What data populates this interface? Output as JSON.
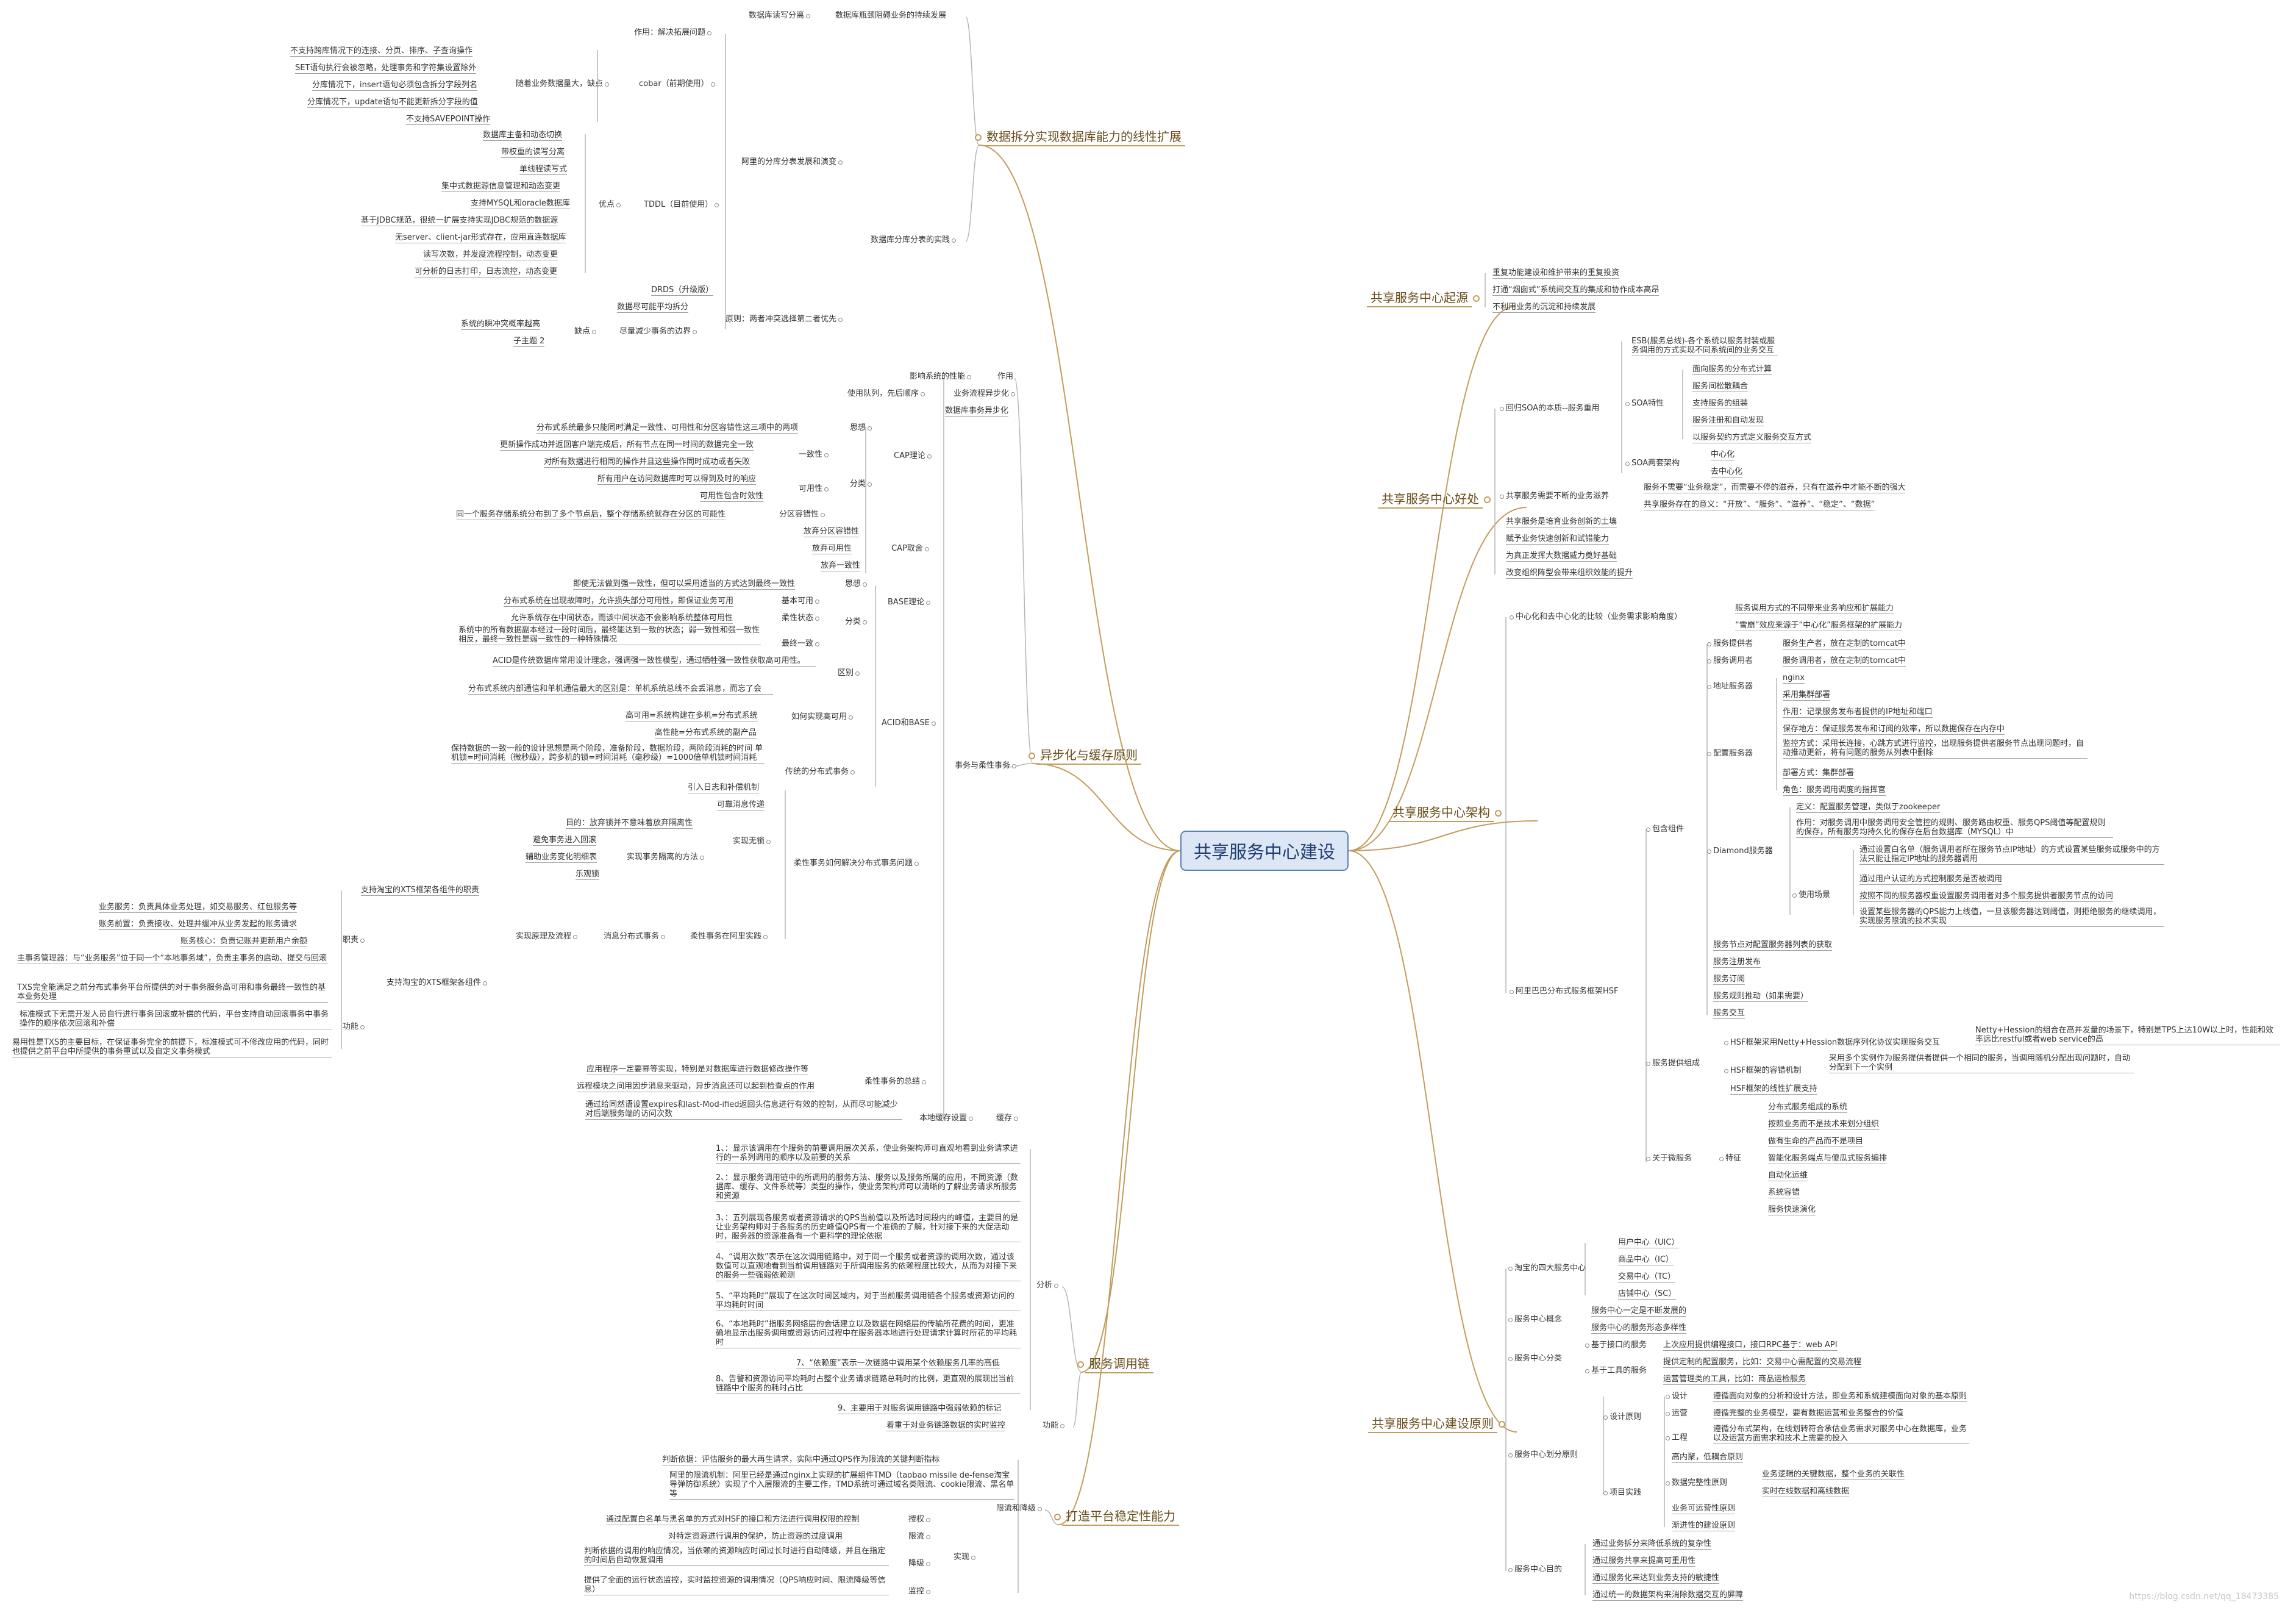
{
  "title": "共享服务中心建设",
  "watermark": "https://blog.csdn.net/qq_18473385",
  "line_color": "#b5b5b5",
  "branch_color": "#c39d5d",
  "branches": [
    {
      "id": "b1",
      "label": "数据拆分实现数据库能力的线性扩展"
    },
    {
      "id": "b2",
      "label": "异步化与缓存原则"
    },
    {
      "id": "b3",
      "label": "服务调用链"
    },
    {
      "id": "b4",
      "label": "打造平台稳定性能力"
    },
    {
      "id": "b5",
      "label": "共享服务中心起源"
    },
    {
      "id": "b6",
      "label": "共享服务中心好处"
    },
    {
      "id": "b7",
      "label": "共享服务中心架构"
    },
    {
      "id": "b8",
      "label": "共享服务中心建设原则"
    }
  ],
  "nodes": [
    {
      "id": "n1",
      "label": "数据库读写分离"
    },
    {
      "id": "n2",
      "label": "数据库瓶颈阻碍业务的持续发展"
    },
    {
      "id": "n3",
      "label": "作用：解决拓展问题"
    },
    {
      "id": "n4",
      "label": "数据库分库分表的实践"
    },
    {
      "id": "n5",
      "label": "阿里的分库分表发展和演变"
    },
    {
      "id": "n6",
      "label": "随着业务数据量大，缺点"
    },
    {
      "id": "n7",
      "label": "cobar（前期使用）"
    },
    {
      "id": "n8",
      "label": "不支持跨库情况下的连接、分页、排序、子查询操作"
    },
    {
      "id": "n9",
      "label": "SET语句执行会被忽略，处理事务和字符集设置除外"
    },
    {
      "id": "n10",
      "label": "分库情况下，insert语句必须包含拆分字段列名"
    },
    {
      "id": "n11",
      "label": "分库情况下，update语句不能更新拆分字段的值"
    },
    {
      "id": "n12",
      "label": "不支持SAVEPOINT操作"
    },
    {
      "id": "n13",
      "label": "TDDL（目前使用）"
    },
    {
      "id": "n14",
      "label": "优点"
    },
    {
      "id": "n15",
      "label": "数据库主备和动态切换"
    },
    {
      "id": "n16",
      "label": "带权重的读写分离"
    },
    {
      "id": "n17",
      "label": "单线程读写式"
    },
    {
      "id": "n18",
      "label": "集中式数据源信息管理和动态变更"
    },
    {
      "id": "n19",
      "label": "支持MYSQL和oracle数据库"
    },
    {
      "id": "n20",
      "label": "基于JDBC规范，很统一扩展支持实现JDBC规范的数据源"
    },
    {
      "id": "n21",
      "label": "无server、client-jar形式存在，应用直连数据库"
    },
    {
      "id": "n22",
      "label": "读写次数，并发度流程控制，动态变更"
    },
    {
      "id": "n23",
      "label": "可分析的日志打印，日志流控，动态变更"
    },
    {
      "id": "n24",
      "label": "DRDS（升级版）"
    },
    {
      "id": "n25",
      "label": "原则：两者冲突选择第二者优先"
    },
    {
      "id": "n26",
      "label": "数据尽可能平均拆分"
    },
    {
      "id": "n27",
      "label": "尽量减少事务的边界"
    },
    {
      "id": "n28",
      "label": "缺点"
    },
    {
      "id": "n29",
      "label": "系统的瞬冲突概率越高"
    },
    {
      "id": "n30",
      "label": "子主题 2"
    },
    {
      "id": "n31",
      "label": "影响系统的性能"
    },
    {
      "id": "n32",
      "label": "作用"
    },
    {
      "id": "n33",
      "label": "使用队列，先后顺序"
    },
    {
      "id": "n34",
      "label": "业务流程异步化"
    },
    {
      "id": "n35",
      "label": "数据库事务异步化"
    },
    {
      "id": "n36",
      "label": "事务与柔性事务"
    },
    {
      "id": "n37",
      "label": "CAP理论"
    },
    {
      "id": "n38",
      "label": "思想"
    },
    {
      "id": "n39",
      "label": "分布式系统最多只能同时满足一致性、可用性和分区容错性这三项中的两项"
    },
    {
      "id": "n40",
      "label": "分类"
    },
    {
      "id": "n41",
      "label": "一致性"
    },
    {
      "id": "n42",
      "label": "更新操作成功并返回客户端完成后，所有节点在同一时间的数据完全一致"
    },
    {
      "id": "n43",
      "label": "对所有数据进行相同的操作并且这些操作同时成功或者失败"
    },
    {
      "id": "n44",
      "label": "可用性"
    },
    {
      "id": "n45",
      "label": "所有用户在访问数据库时可以得到及时的响应"
    },
    {
      "id": "n46",
      "label": "可用性包含时效性"
    },
    {
      "id": "n47",
      "label": "分区容错性"
    },
    {
      "id": "n48",
      "label": "同一个服务存储系统分布到了多个节点后，整个存储系统就存在分区的可能性"
    },
    {
      "id": "n49",
      "label": "CAP取舍"
    },
    {
      "id": "n50",
      "label": "放弃分区容错性"
    },
    {
      "id": "n51",
      "label": "放弃可用性"
    },
    {
      "id": "n52",
      "label": "放弃一致性"
    },
    {
      "id": "n53",
      "label": "BASE理论"
    },
    {
      "id": "n54",
      "label": "思想"
    },
    {
      "id": "n55",
      "label": "即使无法做到强一致性，但可以采用适当的方式达到最终一致性"
    },
    {
      "id": "n56",
      "label": "分类"
    },
    {
      "id": "n57",
      "label": "基本可用"
    },
    {
      "id": "n58",
      "label": "分布式系统在出现故障时，允许损失部分可用性，即保证业务可用"
    },
    {
      "id": "n59",
      "label": "柔性状态"
    },
    {
      "id": "n60",
      "label": "允许系统存在中间状态，而该中间状态不会影响系统整体可用性"
    },
    {
      "id": "n61",
      "label": "最终一致"
    },
    {
      "id": "n62",
      "label": "系统中的所有数据副本经过一段时间后，最终能达到一致的状态；弱一致性和强一致性相反，最终一致性是弱一致性的一种特殊情况"
    },
    {
      "id": "n63",
      "label": "ACID和BASE"
    },
    {
      "id": "n64",
      "label": "区别"
    },
    {
      "id": "n65",
      "label": "ACID是传统数据库常用设计理念，强调强一致性模型，通过牺牲强一致性获取高可用性。"
    },
    {
      "id": "n66",
      "label": "分布式系统内部通信和单机通信最大的区别是：单机系统总线不会丢消息，而忘了会"
    },
    {
      "id": "n67",
      "label": "如何实现高可用"
    },
    {
      "id": "n68",
      "label": "高可用=系统构建在多机=分布式系统"
    },
    {
      "id": "n69",
      "label": "高性能=分布式系统的副产品"
    },
    {
      "id": "n70",
      "label": "传统的分布式事务"
    },
    {
      "id": "n71",
      "label": "保持数据的一致一般的设计思想是两个阶段，准备阶段，数据阶段，两阶段消耗的时间 单机锁=时间消耗（微秒级），跨多机的锁=时间消耗（毫秒级）=1000倍单机锁时间消耗"
    },
    {
      "id": "n72",
      "label": "柔性事务如何解决分布式事务问题"
    },
    {
      "id": "n73",
      "label": "引入日志和补偿机制"
    },
    {
      "id": "n74",
      "label": "可靠消息传递"
    },
    {
      "id": "n75",
      "label": "实现无锁"
    },
    {
      "id": "n76",
      "label": "目的：放弃锁并不意味着放弃隔离性"
    },
    {
      "id": "n77",
      "label": "避免事务进入回滚"
    },
    {
      "id": "n78",
      "label": "实现事务隔离的方法"
    },
    {
      "id": "n79",
      "label": "辅助业务变化明细表"
    },
    {
      "id": "n80",
      "label": "乐观锁"
    },
    {
      "id": "n81",
      "label": "柔性事务在阿里实践"
    },
    {
      "id": "n82",
      "label": "消息分布式事务"
    },
    {
      "id": "n83",
      "label": "实现原理及流程"
    },
    {
      "id": "n84",
      "label": "支持淘宝的XTS框架各组件的职责"
    },
    {
      "id": "n85",
      "label": "职责"
    },
    {
      "id": "n86",
      "label": "业务服务：负责具体业务处理，如交易服务、红包服务等"
    },
    {
      "id": "n87",
      "label": "账务前置：负责接收、处理并缓冲从业务发起的账务请求"
    },
    {
      "id": "n88",
      "label": "账务核心：负责记账并更新用户余额"
    },
    {
      "id": "n89",
      "label": "主事务管理器：与“业务服务”位于同一个“本地事务域”，负责主事务的启动、提交与回滚"
    },
    {
      "id": "n90",
      "label": "支持淘宝的XTS框架各组件"
    },
    {
      "id": "n91",
      "label": "TXS完全能满足之前分布式事务平台所提供的对于事务服务高可用和事务最终一致性的基本业务处理"
    },
    {
      "id": "n92",
      "label": "功能"
    },
    {
      "id": "n93",
      "label": "标准模式下无需开发人员自行进行事务回滚或补偿的代码，平台支持自动回滚事务中事务操作的顺序依次回滚和补偿"
    },
    {
      "id": "n94",
      "label": "易用性是TXS的主要目标，在保证事务完全的前提下，标准模式可不修改应用的代码，同时也提供之前平台中所提供的事务重试以及自定义事务模式"
    },
    {
      "id": "n95",
      "label": "柔性事务的总结"
    },
    {
      "id": "n96",
      "label": "应用程序一定要幂等实现，特别是对数据库进行数据修改操作等"
    },
    {
      "id": "n97",
      "label": "远程模块之间用因步消息来驱动，异步消息还可以起到检查点的作用"
    },
    {
      "id": "n98",
      "label": "缓存"
    },
    {
      "id": "n99",
      "label": "本地缓存设置"
    },
    {
      "id": "n100",
      "label": "通过给同然语设置expires和last-Mod-ified返回头信息进行有效的控制，从而尽可能减少对后端服务端的访问次数"
    },
    {
      "id": "n101",
      "label": "分析"
    },
    {
      "id": "n102",
      "label": "1、：显示该调用在个服务的前要调用层次关系，使业务架构师可直观地看到业务请求进行的一系列调用的顺序以及前要的关系"
    },
    {
      "id": "n103",
      "label": "2、：显示服务调用链中的所调用的服务方法、服务以及服务所属的应用，不同资源（数据库、缓存、文件系统等）类型的操作，使业务架构师可以清晰的了解业务请求所服务和资源"
    },
    {
      "id": "n104",
      "label": "3、：五列展现各服务或者资源请求的QPS当前值以及所选时间段内的峰值，主要目的是让业务架构师对于各服务的历史峰值QPS有一个准确的了解，针对接下来的大促活动时，服务器的资源准备有一个更科学的理论依据"
    },
    {
      "id": "n105",
      "label": "4、“调用次数”表示在这次调用链路中，对于同一个服务或者资源的调用次数，通过该数值可以直观地看到当前调用链路对于所调用服务的依赖程度比较大，从而为对接下来的服务一些强弱依赖测"
    },
    {
      "id": "n106",
      "label": "5、“平均耗时”展现了在这次时间区域内，对于当前服务调用链各个服务或资源访问的平均耗时时间"
    },
    {
      "id": "n107",
      "label": "6、“本地耗时”指服务网络层的会话建立以及数据在网络层的传输所花费的时间，更准确地显示出服务调用或资源访问过程中在服务器本地进行处理请求计算时所花的平均耗时"
    },
    {
      "id": "n108",
      "label": "7、“依赖度”表示一次链路中调用某个依赖服务几率的高低"
    },
    {
      "id": "n109",
      "label": "8、告警和资源访问平均耗时占整个业务请求链路总耗时的比例，更直观的展现出当前链路中个服务的耗时占比"
    },
    {
      "id": "n110",
      "label": "9、主要用于对服务调用链路中强弱依赖的标记"
    },
    {
      "id": "n111",
      "label": "功能"
    },
    {
      "id": "n112",
      "label": "着重于对业务链路数据的实时监控"
    },
    {
      "id": "n113",
      "label": "限流和降级"
    },
    {
      "id": "n114",
      "label": "判断依据：评估服务的最大再生请求，实际中通过QPS作为限流的关键判断指标"
    },
    {
      "id": "n115",
      "label": "阿里的限流机制：阿里已经是通过nginx上实现的扩展组件TMD（taobao missile de-fense淘宝导弹防御系统）实现了个入层限流的主要工作，TMD系统可通过域名类限流、cookie限流、黑名单等"
    },
    {
      "id": "n116",
      "label": "授权"
    },
    {
      "id": "n117",
      "label": "通过配置白名单与黑名单的方式对HSF的接口和方法进行调用权限的控制"
    },
    {
      "id": "n118",
      "label": "实现"
    },
    {
      "id": "n119",
      "label": "限流"
    },
    {
      "id": "n120",
      "label": "对特定资源进行调用的保护，防止资源的过度调用"
    },
    {
      "id": "n121",
      "label": "降级"
    },
    {
      "id": "n122",
      "label": "判断依据的调用的响应情况，当依赖的资源响应时间过长时进行自动降级，并且在指定的时间后自动恢复调用"
    },
    {
      "id": "n123",
      "label": "监控"
    },
    {
      "id": "n124",
      "label": "提供了全面的运行状态监控，实时监控资源的调用情况（QPS响应时间、限流降级等信息）"
    },
    {
      "id": "n125",
      "label": "重复功能建设和维护带来的重复投资"
    },
    {
      "id": "n126",
      "label": "打通“烟囱式”系统间交互的集成和协作成本高昂"
    },
    {
      "id": "n127",
      "label": "不利用业务的沉淀和持续发展"
    },
    {
      "id": "n128",
      "label": "回归SOA的本质--服务重用"
    },
    {
      "id": "n129",
      "label": "ESB(服务总线)-各个系统以服务封装或服务调用的方式实现不同系统间的业务交互"
    },
    {
      "id": "n130",
      "label": "SOA特性"
    },
    {
      "id": "n131",
      "label": "面向服务的分布式计算"
    },
    {
      "id": "n132",
      "label": "服务间松散耦合"
    },
    {
      "id": "n133",
      "label": "支持服务的组装"
    },
    {
      "id": "n134",
      "label": "服务注册和自动发现"
    },
    {
      "id": "n135",
      "label": "以服务契约方式定义服务交互方式"
    },
    {
      "id": "n136",
      "label": "SOA两套架构"
    },
    {
      "id": "n137",
      "label": "中心化"
    },
    {
      "id": "n138",
      "label": "去中心化"
    },
    {
      "id": "n139",
      "label": "共享服务需要不断的业务滋养"
    },
    {
      "id": "n140",
      "label": "服务不需要“业务稳定”，而需要不停的滋养，只有在滋养中才能不断的强大"
    },
    {
      "id": "n141",
      "label": "共享服务存在的意义：“开放”、“服务”、“滋养”、“稳定”、“数据”"
    },
    {
      "id": "n142",
      "label": "共享服务是培育业务创新的土壤"
    },
    {
      "id": "n143",
      "label": "赋予业务快速创新和试错能力"
    },
    {
      "id": "n144",
      "label": "为真正发挥大数据威力奠好基础"
    },
    {
      "id": "n145",
      "label": "改变组织阵型会带来组织效能的提升"
    },
    {
      "id": "n146",
      "label": "中心化和去中心化的比较（业务需求影响角度）"
    },
    {
      "id": "n147",
      "label": "服务调用方式的不同带来业务响应和扩展能力"
    },
    {
      "id": "n148",
      "label": "“雪崩”效应来源于“中心化”服务框架的扩展能力"
    },
    {
      "id": "n149",
      "label": "阿里巴巴分布式服务框架HSF"
    },
    {
      "id": "n150",
      "label": "包含组件"
    },
    {
      "id": "n151",
      "label": "服务提供者"
    },
    {
      "id": "n152",
      "label": "服务生产者，放在定制的tomcat中"
    },
    {
      "id": "n153",
      "label": "服务调用者"
    },
    {
      "id": "n154",
      "label": "服务调用者，放在定制的tomcat中"
    },
    {
      "id": "n155",
      "label": "地址服务器"
    },
    {
      "id": "n156",
      "label": "nginx"
    },
    {
      "id": "n157",
      "label": "采用集群部署"
    },
    {
      "id": "n158",
      "label": "配置服务器"
    },
    {
      "id": "n159",
      "label": "作用：记录服务发布者提供的IP地址和端口"
    },
    {
      "id": "n160",
      "label": "保存地方：保证服务发布和订阅的效率，所以数据保存在内存中"
    },
    {
      "id": "n161",
      "label": "监控方式：采用长连接，心跳方式进行监控，出现服务提供者服务节点出现问题时，自动推动更新，将有问题的服务从列表中删除"
    },
    {
      "id": "n162",
      "label": "部署方式：集群部署"
    },
    {
      "id": "n163",
      "label": "角色：服务调用调度的指挥官"
    },
    {
      "id": "n164",
      "label": "Diamond服务器"
    },
    {
      "id": "n165",
      "label": "定义：配置服务管理，类似于zookeeper"
    },
    {
      "id": "n166",
      "label": "作用：对服务调用中服务调用安全管控的规则、服务路由权重、服务QPS阈值等配置规则的保存，所有服务均持久化的保存在后台数据库（MYSQL）中"
    },
    {
      "id": "n167",
      "label": "使用场景"
    },
    {
      "id": "n168",
      "label": "通过设置白名单（服务调用者所在服务节点IP地址）的方式设置某些服务或服务中的方法只能让指定IP地址的服务器调用"
    },
    {
      "id": "n169",
      "label": "通过用户认证的方式控制服务是否被调用"
    },
    {
      "id": "n170",
      "label": "按照不同的服务器权重设置服务调用者对多个服务提供者服务节点的访问"
    },
    {
      "id": "n171",
      "label": "设置某些服务器的QPS能力上线值，一旦该服务器达到阈值，则拒绝服务的继续调用，实现服务限流的技术实现"
    },
    {
      "id": "n172",
      "label": "服务节点对配置服务器列表的获取"
    },
    {
      "id": "n173",
      "label": "服务注册发布"
    },
    {
      "id": "n174",
      "label": "服务订阅"
    },
    {
      "id": "n175",
      "label": "服务规则推动（如果需要）"
    },
    {
      "id": "n176",
      "label": "服务交互"
    },
    {
      "id": "n177",
      "label": "服务提供组成"
    },
    {
      "id": "n178",
      "label": "HSF框架采用Netty+Hession数据序列化协议实现服务交互"
    },
    {
      "id": "n179",
      "label": "Netty+Hession的组合在高并发量的场景下，特别是TPS上达10W以上时，性能和效率远比restful或者web service的高"
    },
    {
      "id": "n180",
      "label": "HSF框架的容错机制"
    },
    {
      "id": "n181",
      "label": "采用多个实例作为服务提供者提供一个相同的服务，当调用随机分配出现问题时，自动分配到下一个实例"
    },
    {
      "id": "n182",
      "label": "HSF框架的线性扩展支持"
    },
    {
      "id": "n183",
      "label": "关于微服务"
    },
    {
      "id": "n184",
      "label": "分布式服务组成的系统"
    },
    {
      "id": "n185",
      "label": "特征"
    },
    {
      "id": "n186",
      "label": "按照业务而不是技术来划分组织"
    },
    {
      "id": "n187",
      "label": "做有生命的产品而不是项目"
    },
    {
      "id": "n188",
      "label": "智能化服务端点与傻瓜式服务编排"
    },
    {
      "id": "n189",
      "label": "自动化运维"
    },
    {
      "id": "n190",
      "label": "系统容错"
    },
    {
      "id": "n191",
      "label": "服务快速演化"
    },
    {
      "id": "n192",
      "label": "淘宝的四大服务中心"
    },
    {
      "id": "n193",
      "label": "用户中心（UIC）"
    },
    {
      "id": "n194",
      "label": "商品中心（IC）"
    },
    {
      "id": "n195",
      "label": "交易中心（TC）"
    },
    {
      "id": "n196",
      "label": "店铺中心（SC）"
    },
    {
      "id": "n197",
      "label": "服务中心概念"
    },
    {
      "id": "n198",
      "label": "服务中心一定是不断发展的"
    },
    {
      "id": "n199",
      "label": "服务中心的服务形态多样性"
    },
    {
      "id": "n200",
      "label": "服务中心分类"
    },
    {
      "id": "n201",
      "label": "基于接口的服务"
    },
    {
      "id": "n202",
      "label": "上次应用提供编程接口，接口RPC基于：web API"
    },
    {
      "id": "n203",
      "label": "基于工具的服务"
    },
    {
      "id": "n204",
      "label": "提供定制的配置服务，比如：交易中心需配置的交易流程"
    },
    {
      "id": "n205",
      "label": "运营管理类的工具，比如：商品运检服务"
    },
    {
      "id": "n206",
      "label": "服务中心划分原则"
    },
    {
      "id": "n207",
      "label": "设计原则"
    },
    {
      "id": "n208",
      "label": "设计"
    },
    {
      "id": "n209",
      "label": "遵循面向对象的分析和设计方法，即业务和系统建模面向对象的基本原则"
    },
    {
      "id": "n210",
      "label": "运营"
    },
    {
      "id": "n211",
      "label": "遵循完整的业务模型，要有数据运营和业务整合的价值"
    },
    {
      "id": "n212",
      "label": "工程"
    },
    {
      "id": "n213",
      "label": "遵循分布式架构，在线划转符合承估业务需求对服务中心在数据库，业务以及运营方面需求和技术上需要的投入"
    },
    {
      "id": "n214",
      "label": "项目实践"
    },
    {
      "id": "n215",
      "label": "高内聚，低耦合原则"
    },
    {
      "id": "n216",
      "label": "数据完整性原则"
    },
    {
      "id": "n217",
      "label": "业务逻辑的关键数据，整个业务的关联性"
    },
    {
      "id": "n218",
      "label": "实时在线数据和离线数据"
    },
    {
      "id": "n219",
      "label": "业务可运营性原则"
    },
    {
      "id": "n220",
      "label": "渐进性的建设原则"
    },
    {
      "id": "n221",
      "label": "服务中心目的"
    },
    {
      "id": "n222",
      "label": "通过业务拆分来降低系统的复杂性"
    },
    {
      "id": "n223",
      "label": "通过服务共享来提高可重用性"
    },
    {
      "id": "n224",
      "label": "通过服务化来达到业务支持的敏捷性"
    },
    {
      "id": "n225",
      "label": "通过统一的数据架构来消除数据交互的屏障"
    }
  ]
}
